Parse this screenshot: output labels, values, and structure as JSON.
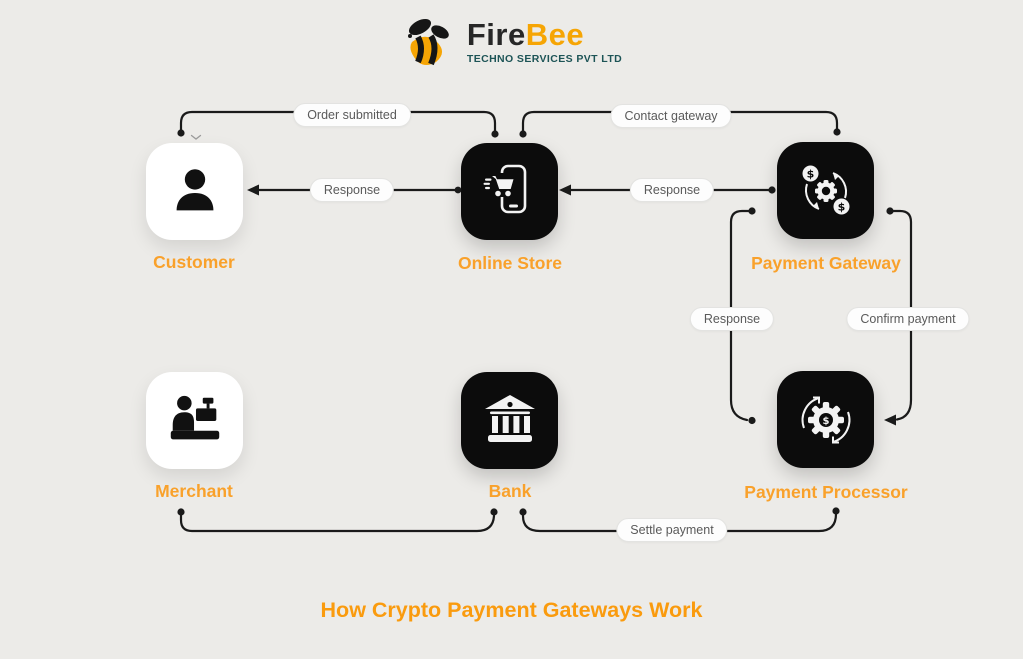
{
  "logo": {
    "brand_fire": "Fire",
    "brand_bee": "Bee",
    "subtitle": "TECHNO SERVICES PVT LTD",
    "icon": "bee-icon"
  },
  "title": "How Crypto Payment Gateways Work",
  "colors": {
    "background": "#ECEBE8",
    "node_dark": "#0C0C0C",
    "node_light": "#FFFFFF",
    "accent_orange": "#F9A12B",
    "title_orange": "#FA9B0E",
    "line": "#1A1A1A",
    "pill_text": "#5A5A5A",
    "logo_teal": "#1D5456"
  },
  "nodes": [
    {
      "id": "customer",
      "label": "Customer",
      "variant": "light",
      "icon": "person-icon"
    },
    {
      "id": "online-store",
      "label": "Online Store",
      "variant": "dark",
      "icon": "mobile-shopping-cart-icon"
    },
    {
      "id": "payment-gateway",
      "label": "Payment Gateway",
      "variant": "dark",
      "icon": "currency-exchange-gear-icon"
    },
    {
      "id": "merchant",
      "label": "Merchant",
      "variant": "light",
      "icon": "cashier-register-icon"
    },
    {
      "id": "bank",
      "label": "Bank",
      "variant": "dark",
      "icon": "bank-building-icon"
    },
    {
      "id": "payment-processor",
      "label": "Payment Processor",
      "variant": "dark",
      "icon": "gear-dollar-sync-icon"
    }
  ],
  "edges": [
    {
      "label": "Order submitted",
      "from": "customer",
      "to": "online-store"
    },
    {
      "label": "Contact gateway",
      "from": "online-store",
      "to": "payment-gateway"
    },
    {
      "label": "Response",
      "from": "online-store",
      "to": "customer"
    },
    {
      "label": "Response",
      "from": "payment-gateway",
      "to": "online-store"
    },
    {
      "label": "Response",
      "from": "payment-gateway",
      "to": "payment-processor"
    },
    {
      "label": "Confirm payment",
      "from": "payment-gateway",
      "to": "payment-processor"
    },
    {
      "label": "Settle payment",
      "from": "bank",
      "to": "payment-processor"
    },
    {
      "label": "",
      "from": "merchant",
      "to": "bank"
    }
  ]
}
